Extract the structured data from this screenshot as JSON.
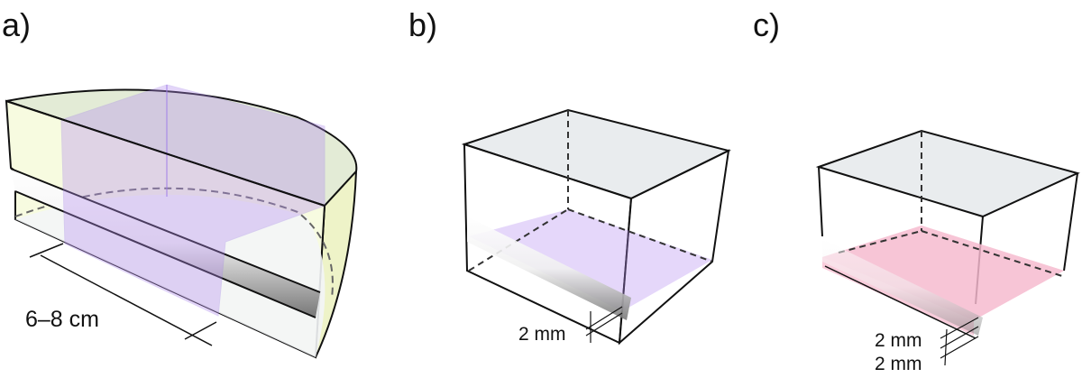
{
  "panels": [
    {
      "label": "a)",
      "dimension": "6–8 cm"
    },
    {
      "label": "b)",
      "dimension": "2 mm"
    },
    {
      "label": "c)",
      "dimension_top": "2 mm",
      "dimension_bottom": "2 mm"
    }
  ],
  "colors": {
    "tissue": "#f4f8d8",
    "top_surface": "#e4ebd8",
    "cut_plane": "#b58cf0",
    "slab": "#f28fb0",
    "outline": "#111111"
  }
}
